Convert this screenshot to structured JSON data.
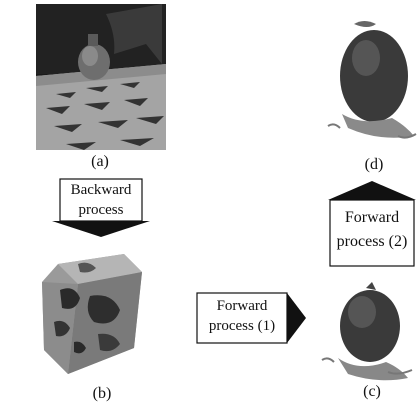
{
  "panels": {
    "a": {
      "caption": "(a)"
    },
    "b": {
      "caption": "(b)"
    },
    "c": {
      "caption": "(c)"
    },
    "d": {
      "caption": "(d)"
    }
  },
  "arrows": {
    "backward": {
      "line1": "Backward",
      "line2": "process"
    },
    "forward1": {
      "line1": "Forward",
      "line2": "process (1)"
    },
    "forward2": {
      "line1": "Forward",
      "line2": "process (2)"
    }
  },
  "colors": {
    "ink": "#111111",
    "photo_sky": "#1c1c1c",
    "photo_ground": "#9a9a9a"
  }
}
